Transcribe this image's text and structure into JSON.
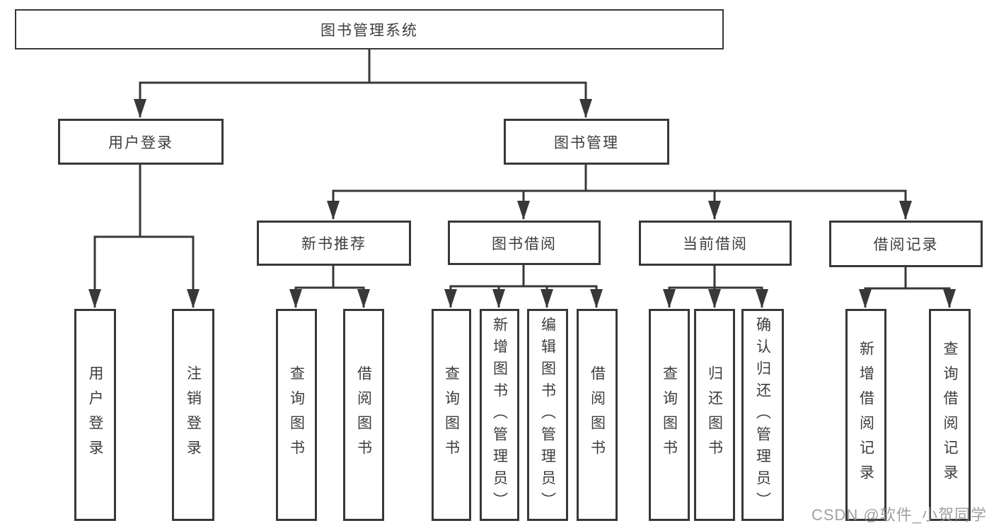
{
  "diagram": {
    "title": "图书管理系统",
    "type": "hierarchy-tree",
    "colors": {
      "line": "#383838",
      "box_border": "#383838",
      "text": "#3d3d3d",
      "background": "#ffffff",
      "watermark": "#8f8f8f"
    },
    "nodes": {
      "root": "图书管理系统",
      "user_login": "用户登录",
      "book_mgmt": "图书管理",
      "new_book_rec": "新书推荐",
      "book_borrow": "图书借阅",
      "current_borrow": "当前借阅",
      "borrow_record": "借阅记录",
      "leaf_user_login": "用户登录",
      "leaf_logout": "注销登录",
      "leaf_nb_query": "查询图书",
      "leaf_nb_borrow": "借阅图书",
      "leaf_bb_query": "查询图书",
      "leaf_bb_add": "新增图书（管理员）",
      "leaf_bb_edit": "编辑图书（管理员）",
      "leaf_bb_borrow": "借阅图书",
      "leaf_cb_query": "查询图书",
      "leaf_cb_return": "归还图书",
      "leaf_cb_confirm": "确认归还（管理员）",
      "leaf_br_add": "新增借阅记录",
      "leaf_br_query": "查询借阅记录"
    },
    "structure": {
      "图书管理系统": {
        "用户登录": [
          "用户登录",
          "注销登录"
        ],
        "图书管理": {
          "新书推荐": [
            "查询图书",
            "借阅图书"
          ],
          "图书借阅": [
            "查询图书",
            "新增图书（管理员）",
            "编辑图书（管理员）",
            "借阅图书"
          ],
          "当前借阅": [
            "查询图书",
            "归还图书",
            "确认归还（管理员）"
          ],
          "借阅记录": [
            "新增借阅记录",
            "查询借阅记录"
          ]
        }
      }
    },
    "watermark": "CSDN @软件_小贺同学"
  }
}
